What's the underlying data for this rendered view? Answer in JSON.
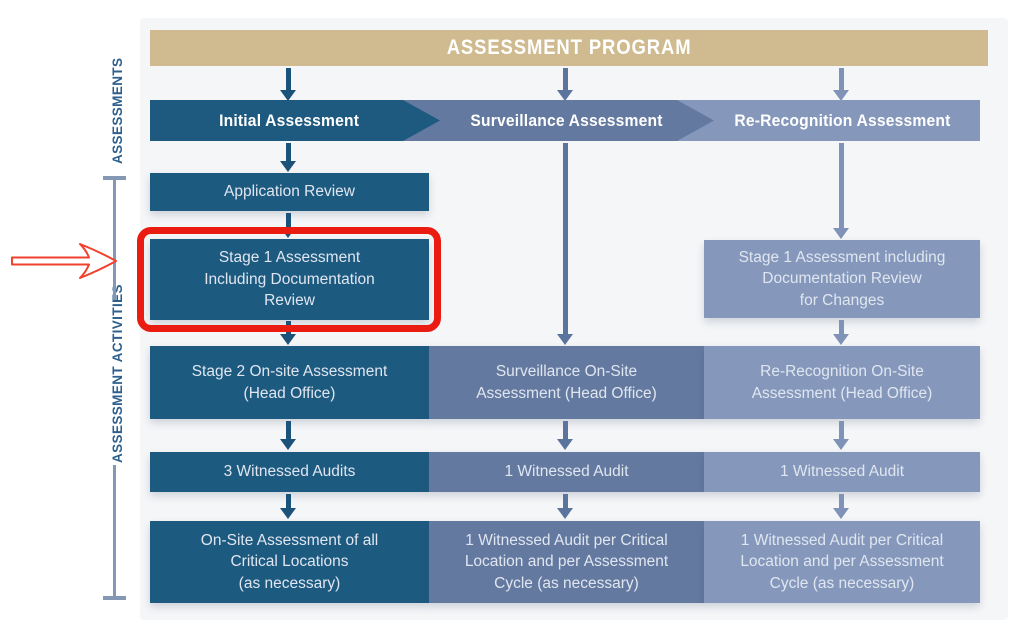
{
  "banner": {
    "label": "ASSESSMENT PROGRAM"
  },
  "side": {
    "assessments_label": "ASSESSMENTS",
    "activities_label": "ASSESSMENT ACTIVITIES"
  },
  "colors": {
    "banner_bg": "#cfbb8f",
    "col1": "#1d5a80",
    "col2": "#64799f",
    "col3": "#8598bb",
    "highlight_red": "#ea1c12",
    "bracket": "#8398b4",
    "side_label_text": "#2c5f8d"
  },
  "columns": [
    {
      "header": "Initial Assessment",
      "boxes": [
        {
          "text": "Application Review"
        },
        {
          "text": "Stage 1 Assessment\nIncluding Documentation\nReview",
          "highlighted": true
        },
        {
          "text": "Stage 2 On-site Assessment\n(Head Office)"
        },
        {
          "text": "3 Witnessed Audits"
        },
        {
          "text": "On-Site Assessment of all\nCritical Locations\n(as necessary)"
        }
      ]
    },
    {
      "header": "Surveillance Assessment",
      "boxes": [
        {
          "text": "Surveillance On-Site\nAssessment (Head Office)"
        },
        {
          "text": "1 Witnessed Audit"
        },
        {
          "text": "1 Witnessed Audit per Critical\nLocation and per Assessment\nCycle (as necessary)"
        }
      ]
    },
    {
      "header": "Re-Recognition Assessment",
      "boxes": [
        {
          "text": "Stage 1 Assessment including\nDocumentation Review\nfor Changes"
        },
        {
          "text": "Re-Recognition On-Site\nAssessment (Head Office)"
        },
        {
          "text": "1 Witnessed Audit"
        },
        {
          "text": "1 Witnessed Audit per Critical\nLocation and per Assessment\nCycle (as necessary)"
        }
      ]
    }
  ]
}
